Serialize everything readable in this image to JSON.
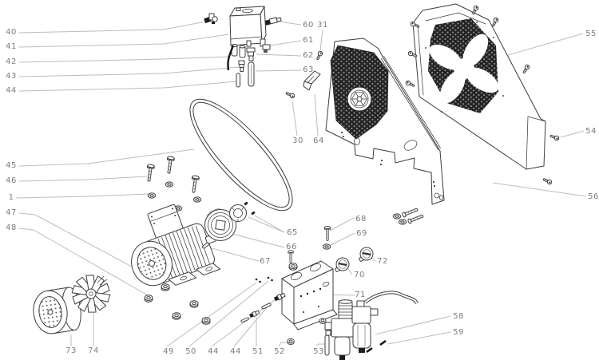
{
  "diagram": {
    "kind": "exploded-parts-diagram",
    "colors": {
      "background": "#ffffff",
      "line": "#3c3c3c",
      "leader": "#bcbcbc",
      "label": "#7c7c7c",
      "mesh_dark": "#242424",
      "wire_black": "#161616"
    },
    "callouts": {
      "c40": "40",
      "c41": "41",
      "c42": "42",
      "c43": "43",
      "c44a": "44",
      "c45": "45",
      "c46": "46",
      "c1": "1",
      "c47": "47",
      "c48": "48",
      "c73": "73",
      "c74": "74",
      "c60": "60",
      "c31": "31",
      "c61": "61",
      "c62": "62",
      "c63": "63",
      "c30": "30",
      "c64": "64",
      "c55": "55",
      "c54": "54",
      "c56": "56",
      "c65": "65",
      "c66": "66",
      "c67": "67",
      "c68": "68",
      "c69": "69",
      "c72": "72",
      "c70": "70",
      "c71": "71",
      "c58": "58",
      "c59": "59",
      "c49": "49",
      "c50": "50",
      "c44b": "44",
      "c44c": "44",
      "c51": "51",
      "c52": "52",
      "c53": "53"
    }
  }
}
